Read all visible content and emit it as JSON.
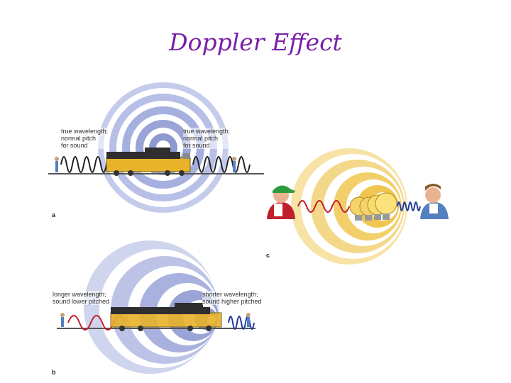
{
  "title": "Doppler Effect",
  "panel_a": {
    "letter": "a",
    "left_label": [
      "true wavelength;",
      "normal pitch",
      "for sound"
    ],
    "right_label": [
      "true wavelength;",
      "normal pitch",
      "for sound"
    ]
  },
  "panel_b": {
    "letter": "b",
    "left_label": [
      "longer wavelength;",
      "sound lower pitched"
    ],
    "right_label": [
      "shorter wavelength;",
      "sound higher pitched"
    ]
  },
  "panel_c": {
    "letter": "c"
  },
  "colors": {
    "title": "#7a1fa8",
    "ring_a": "#9aa4d6",
    "ring_b": "#8f97cf",
    "ring_c": "#f2cf6a",
    "wave_red": "#c0202a",
    "wave_blue": "#1f3a9a",
    "train": "#e8b22a"
  },
  "icons": [
    "train-icon",
    "person-icon",
    "lightbulb-icon",
    "man-with-cap-icon",
    "man-icon"
  ]
}
